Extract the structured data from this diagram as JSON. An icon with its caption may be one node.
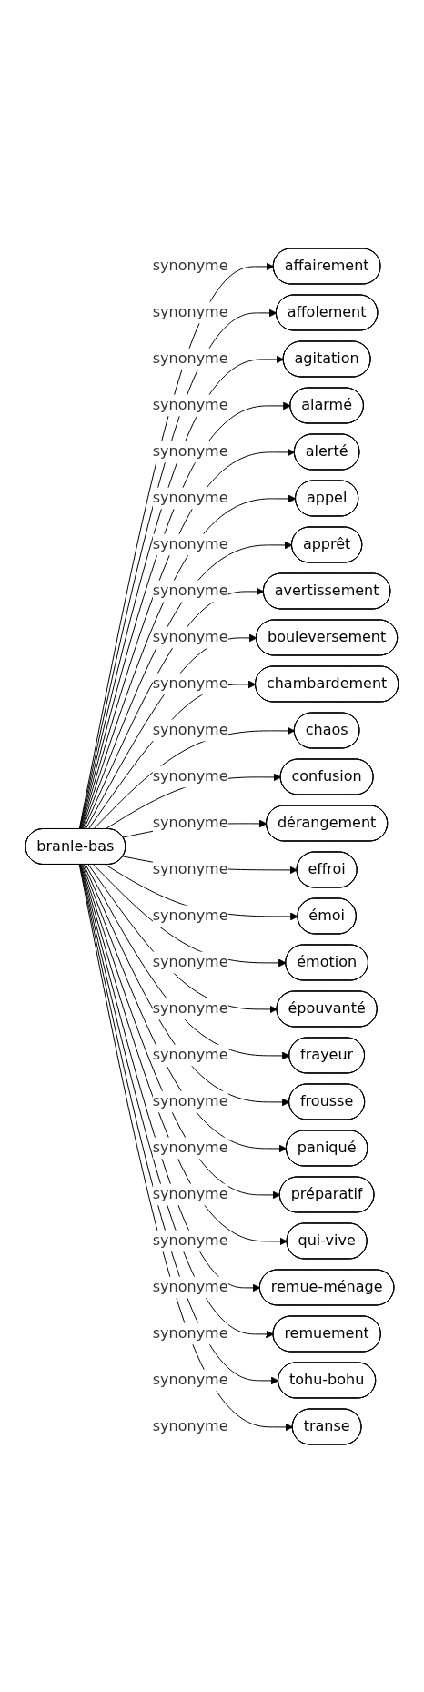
{
  "diagram": {
    "nodes": [
      {
        "text": [
          "branle-bas"
        ]
      },
      {
        "text": [
          "affairement"
        ]
      },
      {
        "text": [
          "affolement"
        ]
      },
      {
        "text": [
          "agitation"
        ]
      },
      {
        "text": [
          "alarmé"
        ]
      },
      {
        "text": [
          "alerté"
        ]
      },
      {
        "text": [
          "appel"
        ]
      },
      {
        "text": [
          "apprêt"
        ]
      },
      {
        "text": [
          "avertissement"
        ]
      },
      {
        "text": [
          "bouleversement"
        ]
      },
      {
        "text": [
          "chambardement"
        ]
      },
      {
        "text": [
          "chaos"
        ]
      },
      {
        "text": [
          "confusion"
        ]
      },
      {
        "text": [
          "dérangement"
        ]
      },
      {
        "text": [
          "effroi"
        ]
      },
      {
        "text": [
          "émoi"
        ]
      },
      {
        "text": [
          "émotion"
        ]
      },
      {
        "text": [
          "épouvanté"
        ]
      },
      {
        "text": [
          "frayeur"
        ]
      },
      {
        "text": [
          "frousse"
        ]
      },
      {
        "text": [
          "paniqué"
        ]
      },
      {
        "text": [
          "préparatif"
        ]
      },
      {
        "text": [
          "qui-vive"
        ]
      },
      {
        "text": [
          "remue-ménage"
        ]
      },
      {
        "text": [
          "remuement"
        ]
      },
      {
        "text": [
          "tohu-bohu"
        ]
      },
      {
        "text": [
          "transe"
        ]
      }
    ],
    "edges": [
      {
        "from": 0,
        "to": 1,
        "arrow": "to",
        "label": "synonyme"
      },
      {
        "from": 0,
        "to": 2,
        "arrow": "to",
        "label": "synonyme"
      },
      {
        "from": 0,
        "to": 3,
        "arrow": "to",
        "label": "synonyme"
      },
      {
        "from": 0,
        "to": 4,
        "arrow": "to",
        "label": "synonyme"
      },
      {
        "from": 0,
        "to": 5,
        "arrow": "to",
        "label": "synonyme"
      },
      {
        "from": 0,
        "to": 6,
        "arrow": "to",
        "label": "synonyme"
      },
      {
        "from": 0,
        "to": 7,
        "arrow": "to",
        "label": "synonyme"
      },
      {
        "from": 0,
        "to": 8,
        "arrow": "to",
        "label": "synonyme"
      },
      {
        "from": 0,
        "to": 9,
        "arrow": "to",
        "label": "synonyme"
      },
      {
        "from": 0,
        "to": 10,
        "arrow": "to",
        "label": "synonyme"
      },
      {
        "from": 0,
        "to": 11,
        "arrow": "to",
        "label": "synonyme"
      },
      {
        "from": 0,
        "to": 12,
        "arrow": "to",
        "label": "synonyme"
      },
      {
        "from": 0,
        "to": 13,
        "arrow": "to",
        "label": "synonyme"
      },
      {
        "from": 0,
        "to": 14,
        "arrow": "to",
        "label": "synonyme"
      },
      {
        "from": 0,
        "to": 15,
        "arrow": "to",
        "label": "synonyme"
      },
      {
        "from": 0,
        "to": 16,
        "arrow": "to",
        "label": "synonyme"
      },
      {
        "from": 0,
        "to": 17,
        "arrow": "to",
        "label": "synonyme"
      },
      {
        "from": 0,
        "to": 18,
        "arrow": "to",
        "label": "synonyme"
      },
      {
        "from": 0,
        "to": 19,
        "arrow": "to",
        "label": "synonyme"
      },
      {
        "from": 0,
        "to": 20,
        "arrow": "to",
        "label": "synonyme"
      },
      {
        "from": 0,
        "to": 21,
        "arrow": "to",
        "label": "synonyme"
      },
      {
        "from": 0,
        "to": 22,
        "arrow": "to",
        "label": "synonyme"
      },
      {
        "from": 0,
        "to": 23,
        "arrow": "to",
        "label": "synonyme"
      },
      {
        "from": 0,
        "to": 24,
        "arrow": "to",
        "label": "synonyme"
      },
      {
        "from": 0,
        "to": 25,
        "arrow": "to",
        "label": "synonyme"
      },
      {
        "from": 0,
        "to": 26,
        "arrow": "to",
        "label": "synonyme"
      }
    ]
  }
}
